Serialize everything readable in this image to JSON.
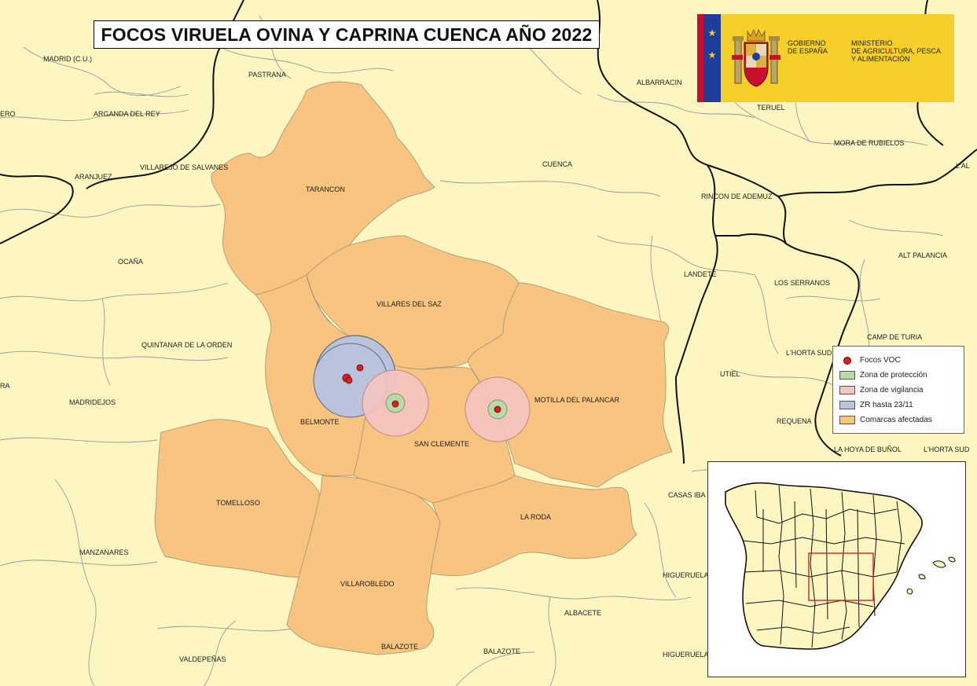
{
  "title": "FOCOS VIRUELA OVINA Y CAPRINA CUENCA AÑO 2022",
  "logo": {
    "government": "GOBIERNO\nDE ESPAÑA",
    "ministry": "MINISTERIO\nDE AGRICULTURA, PESCA\nY ALIMENTACIÓN",
    "colors": {
      "yellow": "#f7cf2a",
      "red": "#c8102e",
      "blue": "#1f3e9b"
    }
  },
  "colors": {
    "background": "#fdf6c0",
    "affected": "#f8c47f",
    "protection": "#b6dba6",
    "surveillance": "#f4c4c0",
    "zr": "#b9c3dc",
    "outbreak": "#d9211f"
  },
  "affected_regions": [
    "TARANCON",
    "VILLARES DEL SAZ",
    "BELMONTE",
    "SAN CLEMENTE",
    "MOTILLA DEL PALANCAR",
    "TOMELLOSO",
    "VILLAROBLEDO",
    "LA RODA"
  ],
  "place_labels": [
    "MADRID (C.U.)",
    "PASTRANA",
    "ALBARRACIN",
    "TERUEL",
    "ARGANDA DEL REY",
    "MORA DE RUBIELOS",
    "CUENCA",
    "ARANJUEZ",
    "VILLAREJO DE SALVANES",
    "RINCON DE ADEMUZ",
    "L'AL",
    "OCAÑA",
    "LANDETE",
    "LOS SERRANOS",
    "ALT PALANCIA",
    "QUINTANAR DE LA ORDEN",
    "CAMP DE TURIA",
    "L'HORTA SUD",
    "UTIEL",
    "MADRIDEJOS",
    "REQUENA",
    "LA HOYA DE BUÑOL",
    "L'HORTA SUD",
    "CASAS IBA",
    "MANZANARES",
    "HIGUERUELA",
    "ALBACETE",
    "BALAZOTE",
    "BALAZOTE",
    "VALDEPEÑAS",
    "HIGUERUELA",
    "RA",
    "ERO"
  ],
  "outbreak_zones": [
    {
      "type": "zr",
      "label": "ZR hasta 23/11"
    },
    {
      "type": "surveillance",
      "label": "Zona de vigilancia"
    },
    {
      "type": "protection",
      "label": "Zona de protección"
    }
  ],
  "legend": {
    "items": [
      {
        "label": "Focos VOC",
        "symbol": "dot"
      },
      {
        "label": "Zona de protección",
        "color": "#b6dba6"
      },
      {
        "label": "Zona de vigilancia",
        "color": "#f4c4c0"
      },
      {
        "label": "ZR hasta 23/11",
        "color": "#b9c3dc"
      },
      {
        "label": "Comarcas afectadas",
        "color": "#f8c47f"
      }
    ]
  },
  "inset": {
    "frame_color": "#d9211f"
  }
}
